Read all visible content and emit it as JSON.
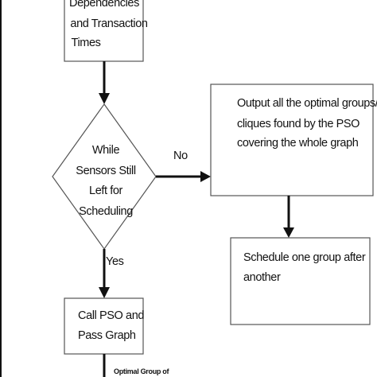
{
  "nodes": {
    "dependencies_box": {
      "lines": [
        "Dependencies",
        "and Transaction",
        "Times"
      ]
    },
    "while_diamond": {
      "lines": [
        "While",
        "Sensors Still",
        "Left for",
        "Scheduling"
      ]
    },
    "output_box": {
      "lines": [
        "Output all the optimal groups/",
        "cliques found by the PSO",
        "covering the whole graph"
      ]
    },
    "schedule_box": {
      "lines": [
        "Schedule one group after",
        "another"
      ]
    },
    "call_pso_box": {
      "lines": [
        "Call PSO and",
        "Pass Graph"
      ]
    }
  },
  "edges": {
    "no_label": "No",
    "yes_label": "Yes",
    "optimal_group_label": "Optimal Group of"
  },
  "colors": {
    "line": "#111111",
    "box_border": "#555555",
    "background": "#ffffff"
  }
}
